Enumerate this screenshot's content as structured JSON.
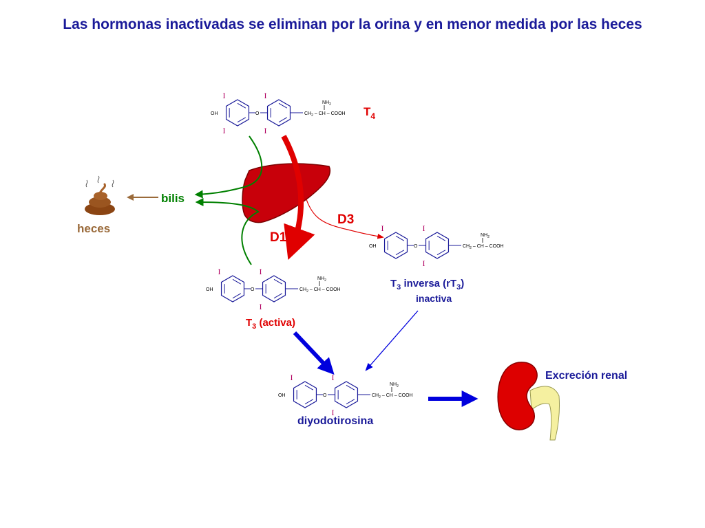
{
  "title": "Las hormonas inactivadas se eliminan por la orina y en menor medida por las heces",
  "colors": {
    "title": "#1a1a99",
    "red": "#e00000",
    "green": "#008000",
    "brown": "#9a6a3a",
    "blue": "#0000dd",
    "ring": "#1a1a99",
    "iodine": "#b00060",
    "liver": "#c8000a",
    "kidney": "#dd0000",
    "ureter": "#f5f0a0"
  },
  "labels": {
    "t4": "T",
    "t4_sub": "4",
    "d1": "D1",
    "d3": "D3",
    "bilis": "bilis",
    "heces": "heces",
    "t3": "T",
    "t3_sub": "3",
    "t3_rest": " (activa)",
    "rt3_a": "T",
    "rt3_sub1": "3",
    "rt3_b": " inversa (rT",
    "rt3_sub2": "3",
    "rt3_c": ")",
    "rt3_inactive": "inactiva",
    "diyodo": "diyodotirosina",
    "excrecion": "Excreción renal"
  },
  "chem": {
    "oh": "OH",
    "o": "O",
    "ch2": "CH",
    "ch2_sub": "2",
    "ch": "CH",
    "cooh": "COOH",
    "nh2": "NH",
    "nh2_sub": "2",
    "dash": "–",
    "iodine": "I"
  }
}
